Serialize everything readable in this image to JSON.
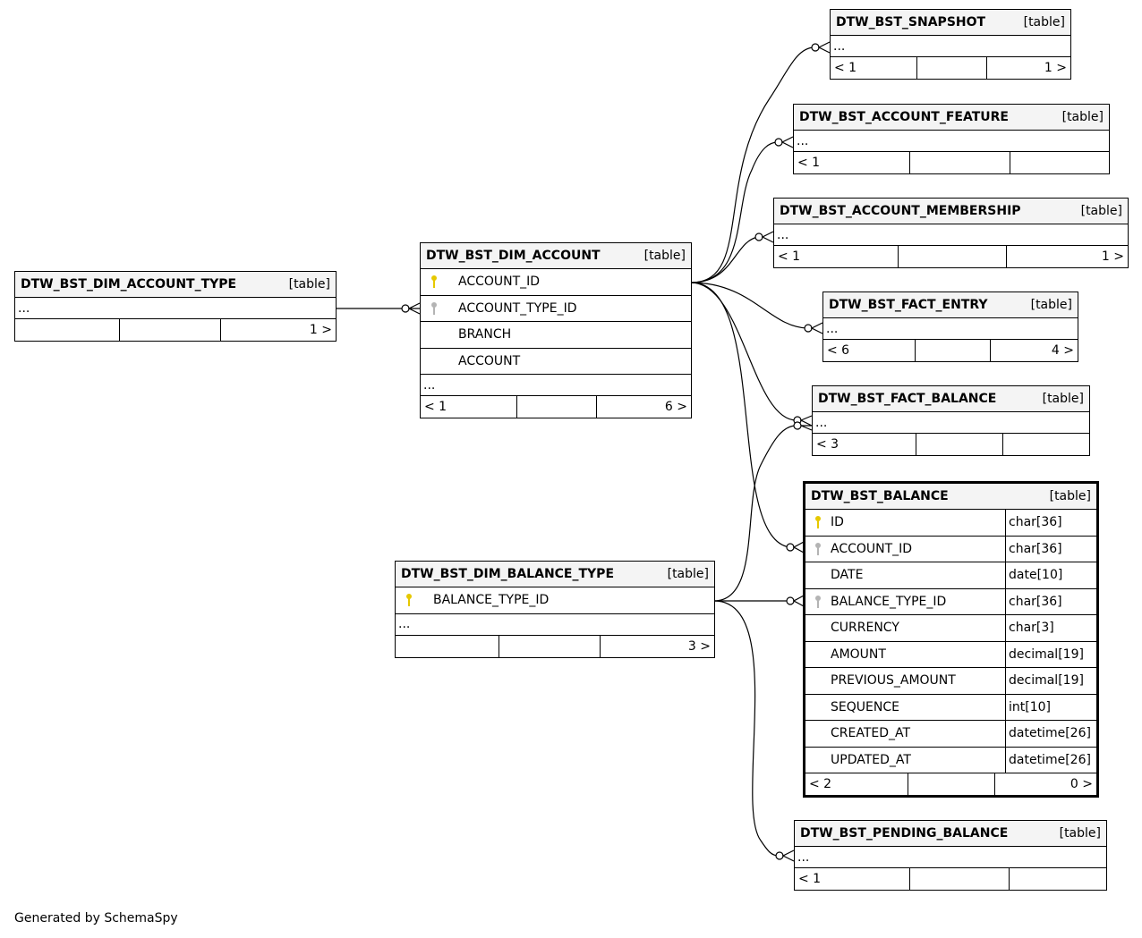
{
  "diagram": {
    "footer": "Generated by SchemaSpy",
    "kind_label": "[table]",
    "ellipsis": "...",
    "tables": {
      "snapshot": {
        "name": "DTW_BST_SNAPSHOT",
        "footer": [
          "< 1",
          "",
          "1 >"
        ]
      },
      "account_feature": {
        "name": "DTW_BST_ACCOUNT_FEATURE",
        "footer": [
          "< 1",
          "",
          ""
        ]
      },
      "account_membership": {
        "name": "DTW_BST_ACCOUNT_MEMBERSHIP",
        "footer": [
          "< 1",
          "",
          "1 >"
        ]
      },
      "fact_entry": {
        "name": "DTW_BST_FACT_ENTRY",
        "footer": [
          "< 6",
          "",
          "4 >"
        ]
      },
      "fact_balance": {
        "name": "DTW_BST_FACT_BALANCE",
        "footer": [
          "< 3",
          "",
          ""
        ]
      },
      "dim_account_type": {
        "name": "DTW_BST_DIM_ACCOUNT_TYPE",
        "footer": [
          "",
          "",
          "1 >"
        ]
      },
      "dim_account": {
        "name": "DTW_BST_DIM_ACCOUNT",
        "columns": [
          {
            "name": "ACCOUNT_ID",
            "key": "primary-key"
          },
          {
            "name": "ACCOUNT_TYPE_ID",
            "key": "foreign-key"
          },
          {
            "name": "BRANCH",
            "key": ""
          },
          {
            "name": "ACCOUNT",
            "key": ""
          }
        ],
        "footer": [
          "< 1",
          "",
          "6 >"
        ]
      },
      "dim_balance_type": {
        "name": "DTW_BST_DIM_BALANCE_TYPE",
        "columns": [
          {
            "name": "BALANCE_TYPE_ID",
            "key": "primary-key"
          }
        ],
        "footer": [
          "",
          "",
          "3 >"
        ]
      },
      "balance": {
        "name": "DTW_BST_BALANCE",
        "columns": [
          {
            "name": "ID",
            "type": "char[36]",
            "key": "primary-key"
          },
          {
            "name": "ACCOUNT_ID",
            "type": "char[36]",
            "key": "foreign-key"
          },
          {
            "name": "DATE",
            "type": "date[10]",
            "key": ""
          },
          {
            "name": "BALANCE_TYPE_ID",
            "type": "char[36]",
            "key": "foreign-key"
          },
          {
            "name": "CURRENCY",
            "type": "char[3]",
            "key": ""
          },
          {
            "name": "AMOUNT",
            "type": "decimal[19]",
            "key": ""
          },
          {
            "name": "PREVIOUS_AMOUNT",
            "type": "decimal[19]",
            "key": ""
          },
          {
            "name": "SEQUENCE",
            "type": "int[10]",
            "key": ""
          },
          {
            "name": "CREATED_AT",
            "type": "datetime[26]",
            "key": ""
          },
          {
            "name": "UPDATED_AT",
            "type": "datetime[26]",
            "key": ""
          }
        ],
        "footer": [
          "< 2",
          "",
          "0 >"
        ]
      },
      "pending_balance": {
        "name": "DTW_BST_PENDING_BALANCE",
        "footer": [
          "< 1",
          "",
          ""
        ]
      }
    }
  }
}
